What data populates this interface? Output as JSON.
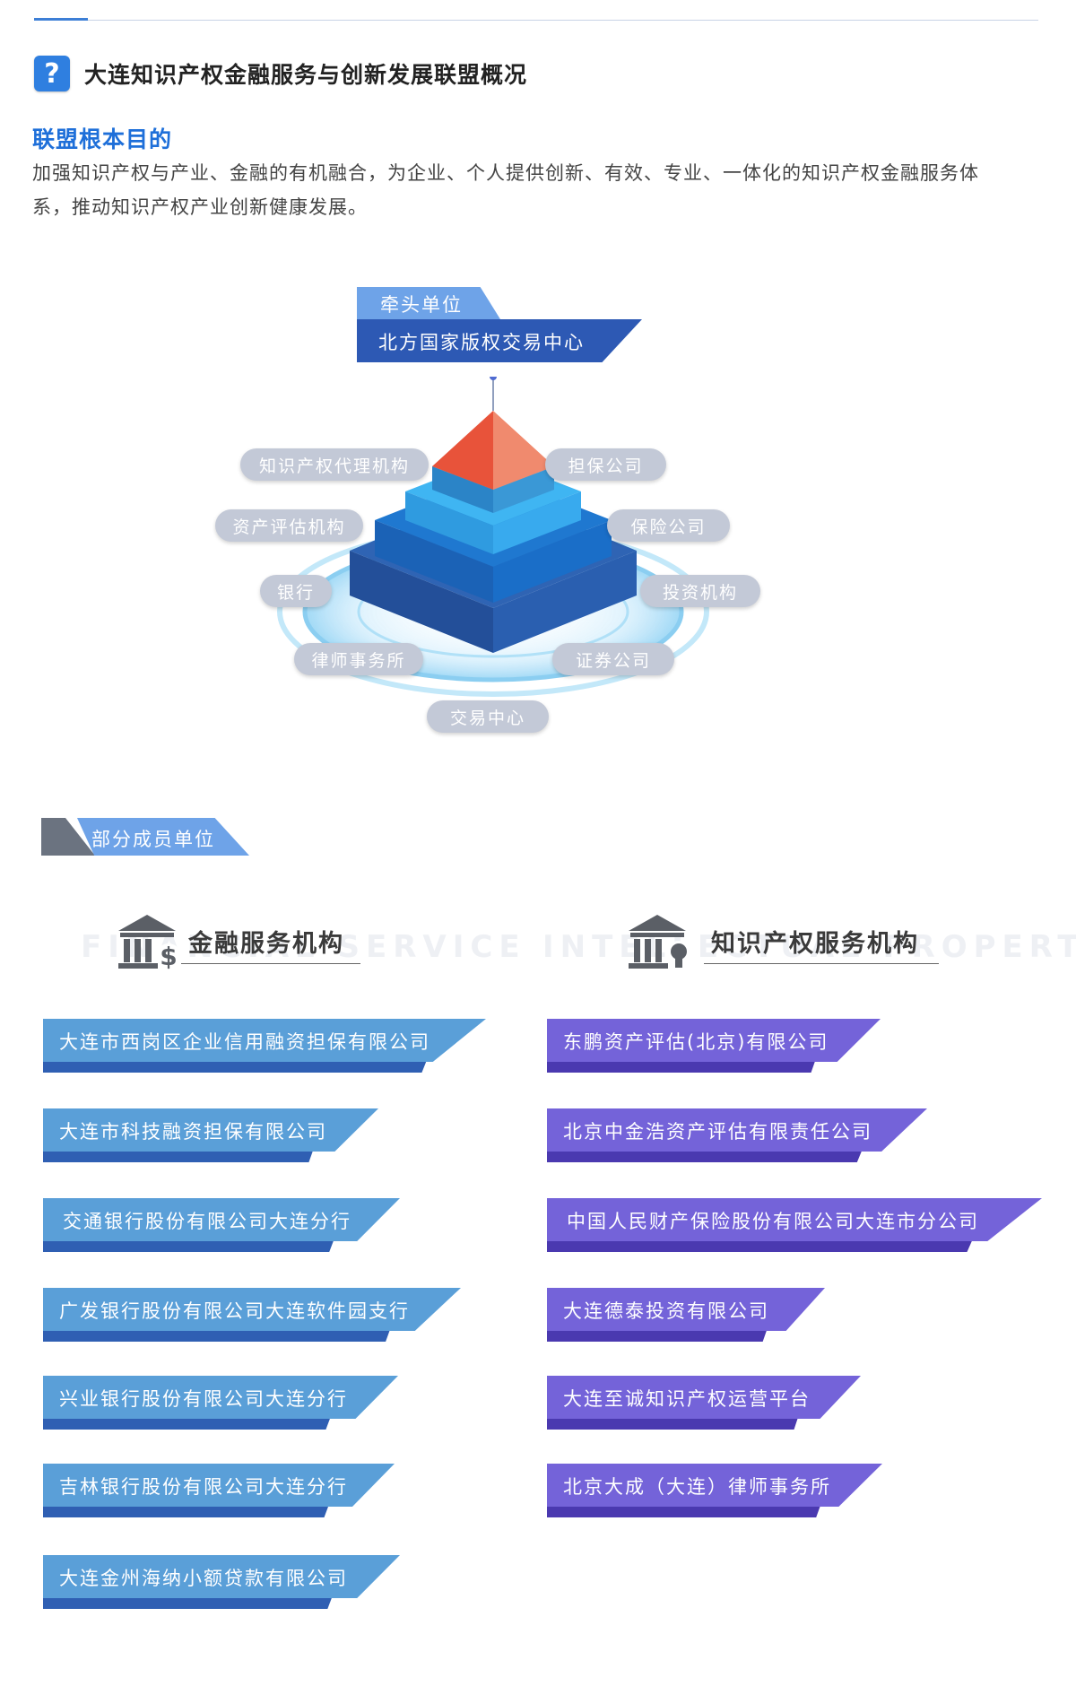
{
  "section": {
    "title": "大连知识产权金融服务与创新发展联盟概况",
    "title_icon": "question-icon"
  },
  "purpose": {
    "heading": "联盟根本目的",
    "body": "加强知识产权与产业、金融的有机融合，为企业、个人提供创新、有效、专业、一体化的知识产权金融服务体系，推动知识产权产业创新健康发展。"
  },
  "lead": {
    "tag": "牵头单位",
    "name": "北方国家版权交易中心"
  },
  "pyramid_members": {
    "agency": "知识产权代理机构",
    "guarantee": "担保公司",
    "evaluation": "资产评估机构",
    "insurance": "保险公司",
    "bank": "银行",
    "investment": "投资机构",
    "law_firm": "律师事务所",
    "securities": "证券公司",
    "exchange": "交易中心"
  },
  "members_tag": "部分成员单位",
  "finance": {
    "label": "金融服务机构",
    "watermark": "FINANCIAL SERVICE",
    "icon": "bank-dollar-icon",
    "items": [
      "大连市西岗区企业信用融资担保有限公司",
      "大连市科技融资担保有限公司",
      "交通银行股份有限公司大连分行",
      "广发银行股份有限公司大连软件园支行",
      "兴业银行股份有限公司大连分行",
      "吉林银行股份有限公司大连分行",
      "大连金州海纳小额贷款有限公司"
    ]
  },
  "ip": {
    "label": "知识产权服务机构",
    "watermark": "INTELLECTUAL PROPERTY",
    "icon": "bank-bulb-icon",
    "items": [
      "东鹏资产评估(北京)有限公司",
      "北京中金浩资产评估有限责任公司",
      "中国人民财产保险股份有限公司大连市分公司",
      "大连德泰投资有限公司",
      "大连至诚知识产权运营平台",
      "北京大成（大连）律师事务所"
    ]
  },
  "colors": {
    "accent_blue": "#1e6fd9",
    "ribbon_blue": "#5a9fd8",
    "ribbon_purple": "#7463d9",
    "pyramid_top": "#e8533a"
  }
}
